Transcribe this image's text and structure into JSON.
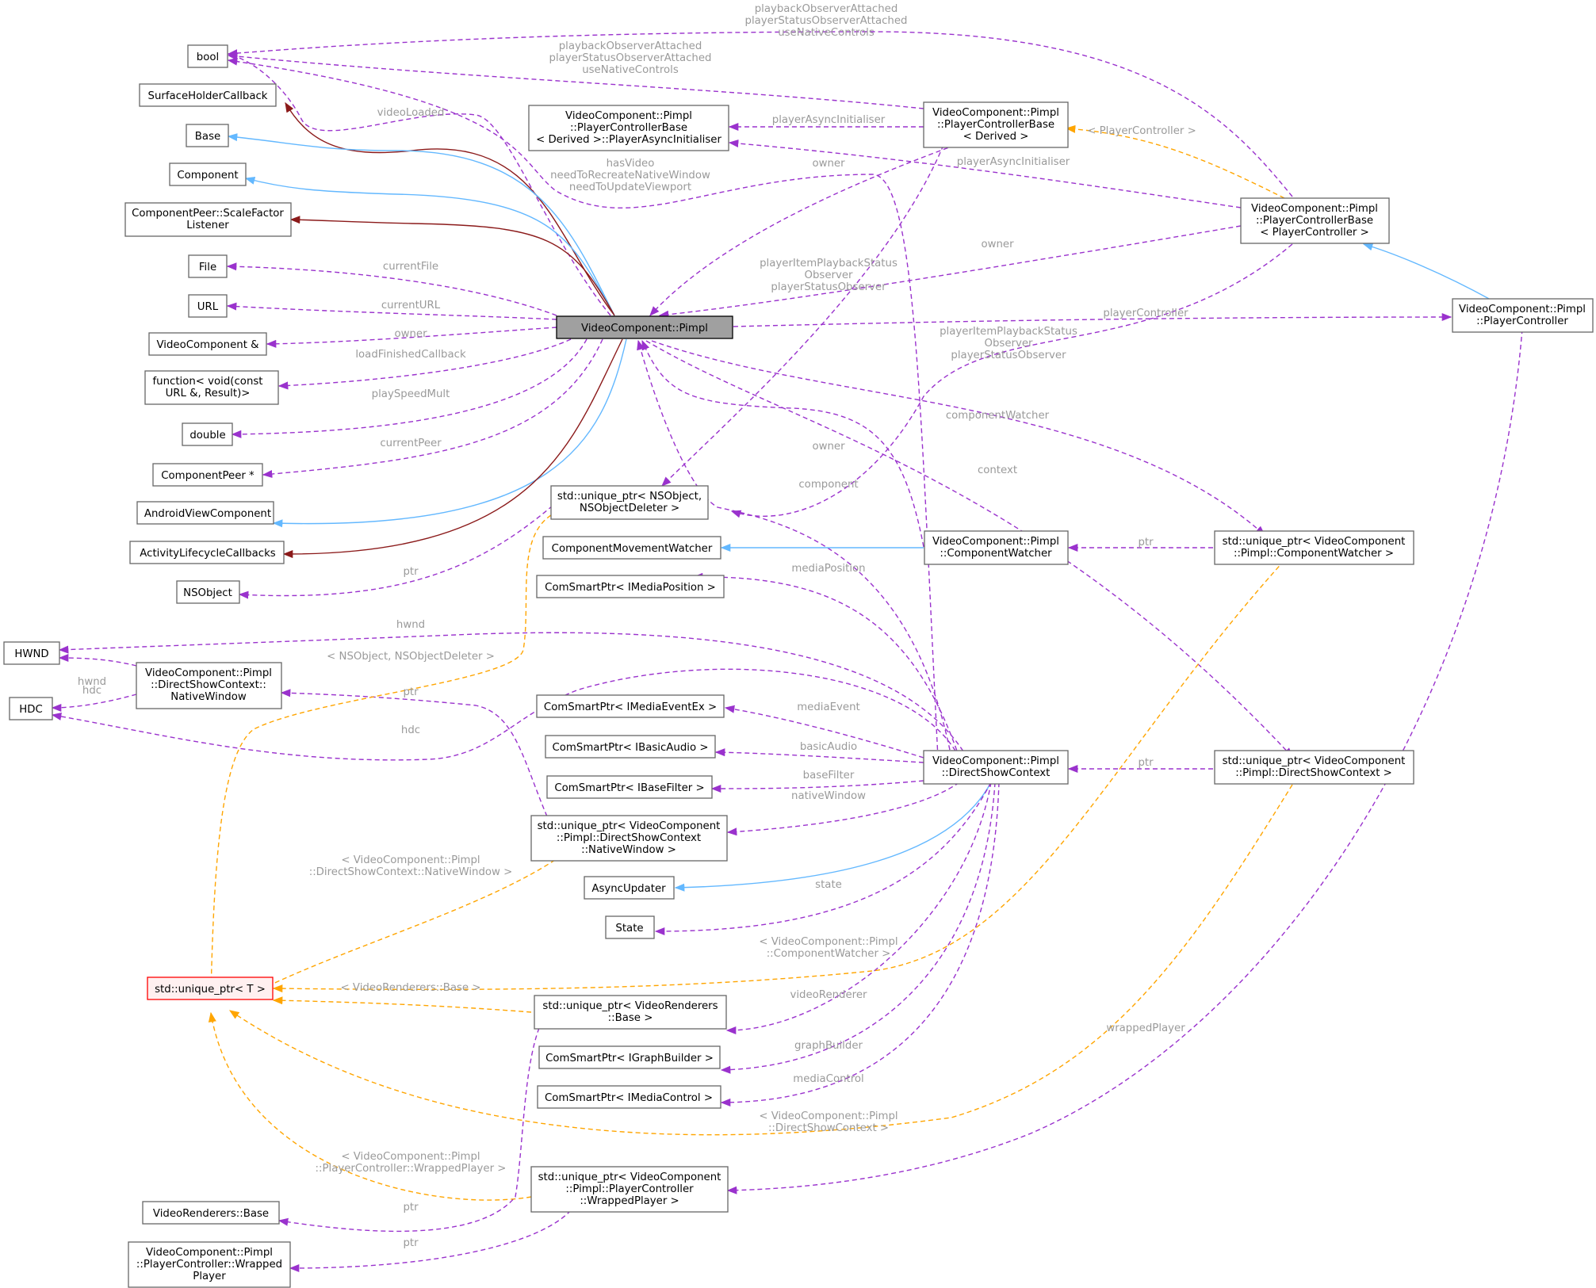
{
  "colors": {
    "member": "#9a32cd",
    "inherit": "#63b8ff",
    "private": "#8b1a1a",
    "template": "#ffa500"
  },
  "nodes": {
    "bool": [
      "bool"
    ],
    "shc": [
      "SurfaceHolderCallback"
    ],
    "base": [
      "Base"
    ],
    "component": [
      "Component"
    ],
    "cpsfl": [
      "ComponentPeer::ScaleFactor",
      "Listener"
    ],
    "file": [
      "File"
    ],
    "url": [
      "URL"
    ],
    "vcref": [
      "VideoComponent &"
    ],
    "func": [
      "function< void(const",
      "URL &, Result)>"
    ],
    "double": [
      "double"
    ],
    "cpeer": [
      "ComponentPeer *"
    ],
    "avc": [
      "AndroidViewComponent"
    ],
    "alc": [
      "ActivityLifecycleCallbacks"
    ],
    "nsobject": [
      "NSObject"
    ],
    "hwnd": [
      "HWND"
    ],
    "hdc": [
      "HDC"
    ],
    "nativewin": [
      "VideoComponent::Pimpl",
      "::DirectShowContext::",
      "NativeWindow"
    ],
    "uptrT": [
      "std::unique_ptr< T >"
    ],
    "vrbase": [
      "VideoRenderers::Base"
    ],
    "wplayer": [
      "VideoComponent::Pimpl",
      "::PlayerController::Wrapped",
      "Player"
    ],
    "pimpl": [
      "VideoComponent::Pimpl"
    ],
    "pasync": [
      "VideoComponent::Pimpl",
      "::PlayerControllerBase",
      "< Derived >::PlayerAsyncInitialiser"
    ],
    "uptrns": [
      "std::unique_ptr< NSObject,",
      "NSObjectDeleter >"
    ],
    "cmw": [
      "ComponentMovementWatcher"
    ],
    "csmp": [
      "ComSmartPtr< IMediaPosition >"
    ],
    "csmee": [
      "ComSmartPtr< IMediaEventEx >"
    ],
    "csba": [
      "ComSmartPtr< IBasicAudio >"
    ],
    "csbf": [
      "ComSmartPtr< IBaseFilter >"
    ],
    "uptrnw": [
      "std::unique_ptr< VideoComponent",
      "::Pimpl::DirectShowContext",
      "::NativeWindow >"
    ],
    "asyncupd": [
      "AsyncUpdater"
    ],
    "state": [
      "State"
    ],
    "uptrvr": [
      "std::unique_ptr< VideoRenderers",
      "::Base >"
    ],
    "csgb": [
      "ComSmartPtr< IGraphBuilder >"
    ],
    "csmc": [
      "ComSmartPtr< IMediaControl >"
    ],
    "uptrwp": [
      "std::unique_ptr< VideoComponent",
      "::Pimpl::PlayerController",
      "::WrappedPlayer >"
    ],
    "pcbd": [
      "VideoComponent::Pimpl",
      "::PlayerControllerBase",
      "< Derived >"
    ],
    "cwatch": [
      "VideoComponent::Pimpl",
      "::ComponentWatcher"
    ],
    "dsc": [
      "VideoComponent::Pimpl",
      "::DirectShowContext"
    ],
    "pcbpc": [
      "VideoComponent::Pimpl",
      "::PlayerControllerBase",
      "< PlayerController >"
    ],
    "uptrcw": [
      "std::unique_ptr< VideoComponent",
      "::Pimpl::ComponentWatcher >"
    ],
    "uptrdsc": [
      "std::unique_ptr< VideoComponent",
      "::Pimpl::DirectShowContext >"
    ],
    "pc": [
      "VideoComponent::Pimpl",
      "::PlayerController"
    ]
  },
  "edge_labels": {
    "videoLoaded": [
      "videoLoaded"
    ],
    "currentFile": [
      "currentFile"
    ],
    "currentURL": [
      "currentURL"
    ],
    "owner1": [
      "owner"
    ],
    "loadFinished": [
      "loadFinishedCallback"
    ],
    "playSpeed": [
      "playSpeedMult"
    ],
    "currentPeer": [
      "currentPeer"
    ],
    "ptrNs": [
      "ptr"
    ],
    "pcbd_bool": [
      "playbackObserverAttached",
      "playerStatusObserverAttached",
      "useNativeControls"
    ],
    "pcbpc_bool": [
      "playbackObserverAttached",
      "playerStatusObserverAttached",
      "useNativeControls"
    ],
    "hasVideo": [
      "hasVideo",
      "needToRecreateNativeWindow",
      "needToUpdateViewport"
    ],
    "pai1": [
      "playerAsyncInitialiser"
    ],
    "pai2": [
      "playerAsyncInitialiser"
    ],
    "owner2": [
      "owner"
    ],
    "owner3": [
      "owner"
    ],
    "templPC": [
      "< PlayerController >"
    ],
    "obs1": [
      "playerItemPlaybackStatus",
      "Observer",
      "playerStatusObserver"
    ],
    "obs2": [
      "playerItemPlaybackStatus",
      "Observer",
      "playerStatusObserver"
    ],
    "playerController": [
      "playerController"
    ],
    "componentWatcher": [
      "componentWatcher"
    ],
    "owner4": [
      "owner"
    ],
    "context": [
      "context"
    ],
    "component": [
      "component"
    ],
    "ptrCw": [
      "ptr"
    ],
    "mediaPosition": [
      "mediaPosition"
    ],
    "hwnd1": [
      "hwnd"
    ],
    "hwnd2": [
      "hwnd"
    ],
    "hdc1": [
      "hdc"
    ],
    "hdc2": [
      "hdc"
    ],
    "ptrNw": [
      "ptr"
    ],
    "templNs": [
      "< NSObject, NSObjectDeleter >"
    ],
    "mediaEvent": [
      "mediaEvent"
    ],
    "basicAudio": [
      "basicAudio"
    ],
    "baseFilter": [
      "baseFilter"
    ],
    "nativeWindow": [
      "nativeWindow"
    ],
    "ptrDsc": [
      "ptr"
    ],
    "templNw": [
      "< VideoComponent::Pimpl",
      "::DirectShowContext::NativeWindow >"
    ],
    "state": [
      "state"
    ],
    "templCw": [
      "< VideoComponent::Pimpl",
      "::ComponentWatcher >"
    ],
    "templVr": [
      "< VideoRenderers::Base >"
    ],
    "videoRenderer": [
      "videoRenderer"
    ],
    "graphBuilder": [
      "graphBuilder"
    ],
    "mediaControl": [
      "mediaControl"
    ],
    "wrappedPlayer": [
      "wrappedPlayer"
    ],
    "templDsc": [
      "< VideoComponent::Pimpl",
      "::DirectShowContext >"
    ],
    "templWp": [
      "< VideoComponent::Pimpl",
      "::PlayerController::WrappedPlayer >"
    ],
    "ptrVr": [
      "ptr"
    ],
    "ptrWp": [
      "ptr"
    ]
  }
}
